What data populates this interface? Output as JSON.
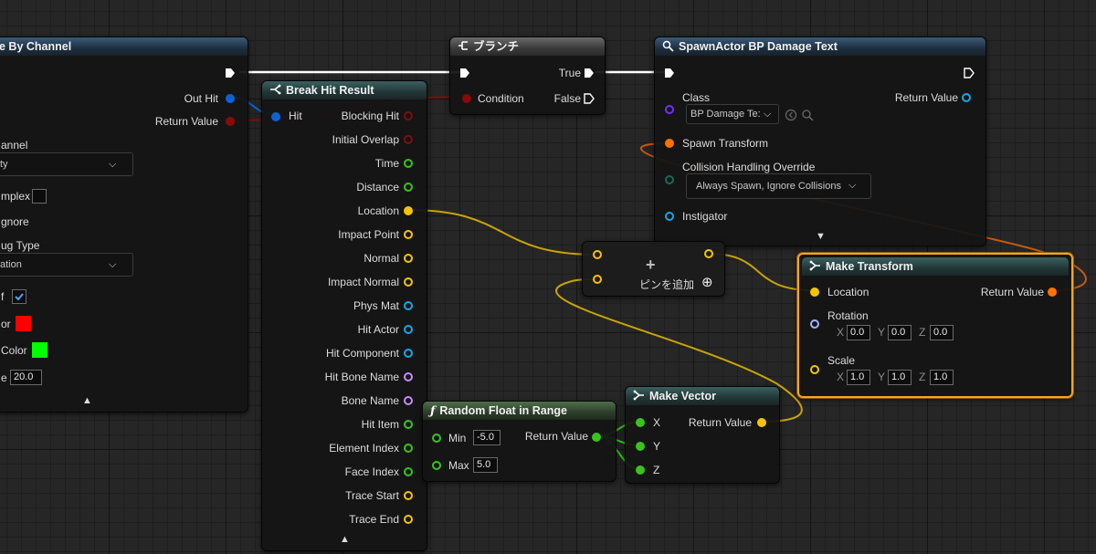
{
  "colors": {
    "exec": "#ffffff",
    "struct": "#0a63d6",
    "bool": "#8a0a0a",
    "float": "#39c41a",
    "vector": "#f5c400",
    "rotator": "#a0b4ff",
    "transform": "#ff7200",
    "object": "#1aa6e6",
    "name": "#c68bff",
    "class": "#7a2cff",
    "selection": "#f5a623"
  },
  "line_trace": {
    "title": "e By Channel",
    "out_hit": "Out Hit",
    "return_value": "Return Value",
    "channel_label": "annel",
    "channel_value": "ty",
    "complex_label": "mplex",
    "ignore_label": "gnore",
    "debug_label": "ug Type",
    "debug_value": "ation",
    "self_label": "f",
    "color_label": "or",
    "hit_color_label": "Color",
    "time_label": "e",
    "time_value": "20.0",
    "collapse_glyph": "▲"
  },
  "branch": {
    "title": "ブランチ",
    "true_label": "True",
    "condition_label": "Condition",
    "false_label": "False"
  },
  "spawn": {
    "title": "SpawnActor BP Damage Text",
    "class_label": "Class",
    "class_value": "BP Damage Te:",
    "return_value": "Return Value",
    "spawn_transform": "Spawn Transform",
    "collision_label": "Collision Handling Override",
    "collision_value": "Always Spawn, Ignore Collisions",
    "instigator": "Instigator",
    "expand_glyph": "▼"
  },
  "break_hit": {
    "title": "Break Hit Result",
    "hit_input": "Hit",
    "outputs": [
      "Blocking Hit",
      "Initial Overlap",
      "Time",
      "Distance",
      "Location",
      "Impact Point",
      "Normal",
      "Impact Normal",
      "Phys Mat",
      "Hit Actor",
      "Hit Component",
      "Hit Bone Name",
      "Bone Name",
      "Hit Item",
      "Element Index",
      "Face Index",
      "Trace Start",
      "Trace End"
    ],
    "collapse_glyph": "▲"
  },
  "add": {
    "label": "ピンを追加",
    "plus": "+",
    "add_icon": "⊕"
  },
  "make_transform": {
    "title": "Make Transform",
    "location": "Location",
    "return_value": "Return Value",
    "rotation": "Rotation",
    "scale": "Scale",
    "rotation_values": {
      "x": "0.0",
      "y": "0.0",
      "z": "0.0"
    },
    "scale_values": {
      "x": "1.0",
      "y": "1.0",
      "z": "1.0"
    },
    "axis_x": "X",
    "axis_y": "Y",
    "axis_z": "Z"
  },
  "random_float": {
    "title": "Random Float in Range",
    "min_label": "Min",
    "min_value": "-5.0",
    "max_label": "Max",
    "max_value": "5.0",
    "return_value": "Return Value"
  },
  "make_vector": {
    "title": "Make Vector",
    "x": "X",
    "y": "Y",
    "z": "Z",
    "return_value": "Return Value"
  }
}
